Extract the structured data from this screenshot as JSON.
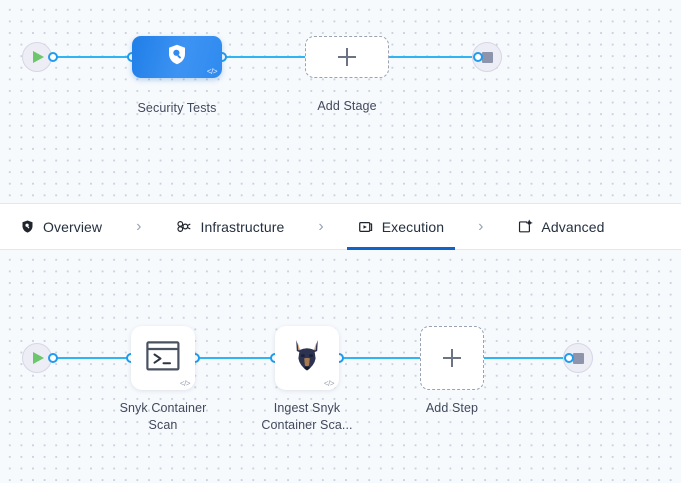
{
  "theme": {
    "canvas_bg": "#f7fafd",
    "dot_color": "#c9d2dd",
    "edge_color": "#31b4f2",
    "port_color": "#1f9cf0",
    "stage_node_color": "#2f8bf0",
    "active_tab_underline": "#1262cc",
    "play_color": "#6cc66c",
    "stop_color": "#8f94ad",
    "label_color": "#41495c"
  },
  "stage_pipeline": {
    "name": "stage-pipeline",
    "start_node": {
      "icon": "play-icon",
      "label": ""
    },
    "end_node": {
      "icon": "stop-icon",
      "label": ""
    },
    "nodes": [
      {
        "id": "security-tests",
        "label": "Security Tests",
        "icon": "shield-search-icon",
        "badge": "</>",
        "type": "stage"
      },
      {
        "id": "add-stage",
        "label": "Add Stage",
        "icon": "plus-icon",
        "type": "add-placeholder"
      }
    ]
  },
  "tabs": {
    "separator": "›",
    "items": [
      {
        "id": "overview",
        "label": "Overview",
        "icon": "shield-icon",
        "active": false
      },
      {
        "id": "infrastructure",
        "label": "Infrastructure",
        "icon": "cluster-icon",
        "active": false
      },
      {
        "id": "execution",
        "label": "Execution",
        "icon": "play-box-icon",
        "active": true
      },
      {
        "id": "advanced",
        "label": "Advanced",
        "icon": "gear-bracket-icon",
        "active": false
      }
    ]
  },
  "step_pipeline": {
    "name": "execution-steps-pipeline",
    "start_node": {
      "icon": "play-icon",
      "label": ""
    },
    "end_node": {
      "icon": "stop-icon",
      "label": ""
    },
    "nodes": [
      {
        "id": "snyk-container-scan",
        "label_line1": "Snyk Container",
        "label_line2": "Scan",
        "icon": "terminal-icon",
        "badge": "</>",
        "type": "step"
      },
      {
        "id": "ingest-snyk-container-scan",
        "label_line1": "Ingest Snyk",
        "label_line2": "Container Sca...",
        "icon": "doberman-icon",
        "badge": "</>",
        "type": "step"
      },
      {
        "id": "add-step",
        "label": "Add Step",
        "icon": "plus-icon",
        "type": "add-placeholder"
      }
    ]
  }
}
